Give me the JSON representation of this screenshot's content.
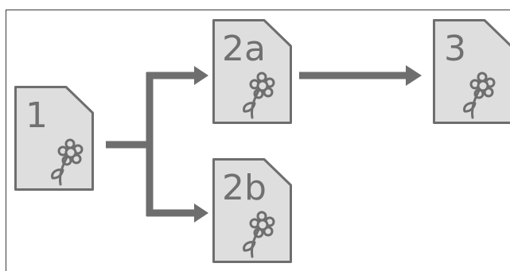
{
  "colors": {
    "background": "#ffffff",
    "frame": "#3a3a3a",
    "document_fill": "#dedede",
    "document_stroke": "#6e6e6e",
    "arrow": "#6e6e6e",
    "label": "#707070"
  },
  "documents": [
    {
      "id": "1",
      "label": "1",
      "icon": "flower-icon"
    },
    {
      "id": "2a",
      "label": "2a",
      "icon": "flower-icon"
    },
    {
      "id": "2b",
      "label": "2b",
      "icon": "flower-icon"
    },
    {
      "id": "3",
      "label": "3",
      "icon": "flower-icon"
    }
  ],
  "connections": [
    {
      "from": "1",
      "to": "2a"
    },
    {
      "from": "1",
      "to": "2b"
    },
    {
      "from": "2a",
      "to": "3"
    }
  ]
}
